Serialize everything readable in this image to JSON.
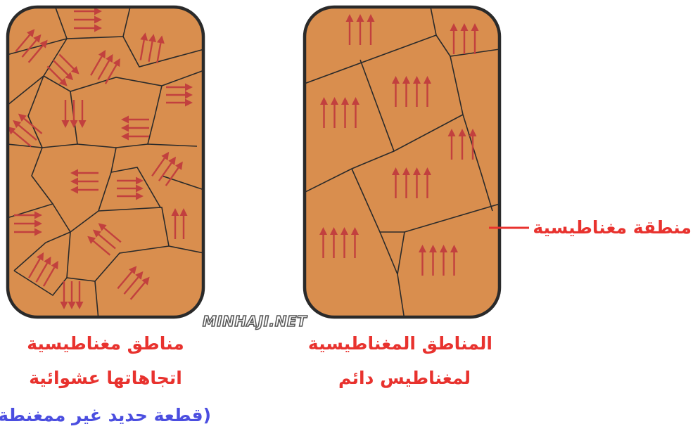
{
  "colors": {
    "domain_fill": "#d98e4e",
    "domain_border": "#2a2a2a",
    "arrow": "#c2403e",
    "caption_red": "#e8322e",
    "caption_blue": "#4b4ee0",
    "pointer_line": "#e8322e"
  },
  "left_block": {
    "caption_line1": "مناطق مغناطيسية",
    "caption_line2": "اتجاهاتها عشوائية",
    "caption_line3": "(قطعة حديد غير ممغنطة)"
  },
  "right_block": {
    "caption_line1": "المناطق المغناطيسية",
    "caption_line2": "لمغناطيس دائم"
  },
  "domain_label": "منطقة مغناطيسية",
  "watermark": "MINHAJI.NET",
  "icons": {
    "domain_arrow": "arrow-icon"
  }
}
